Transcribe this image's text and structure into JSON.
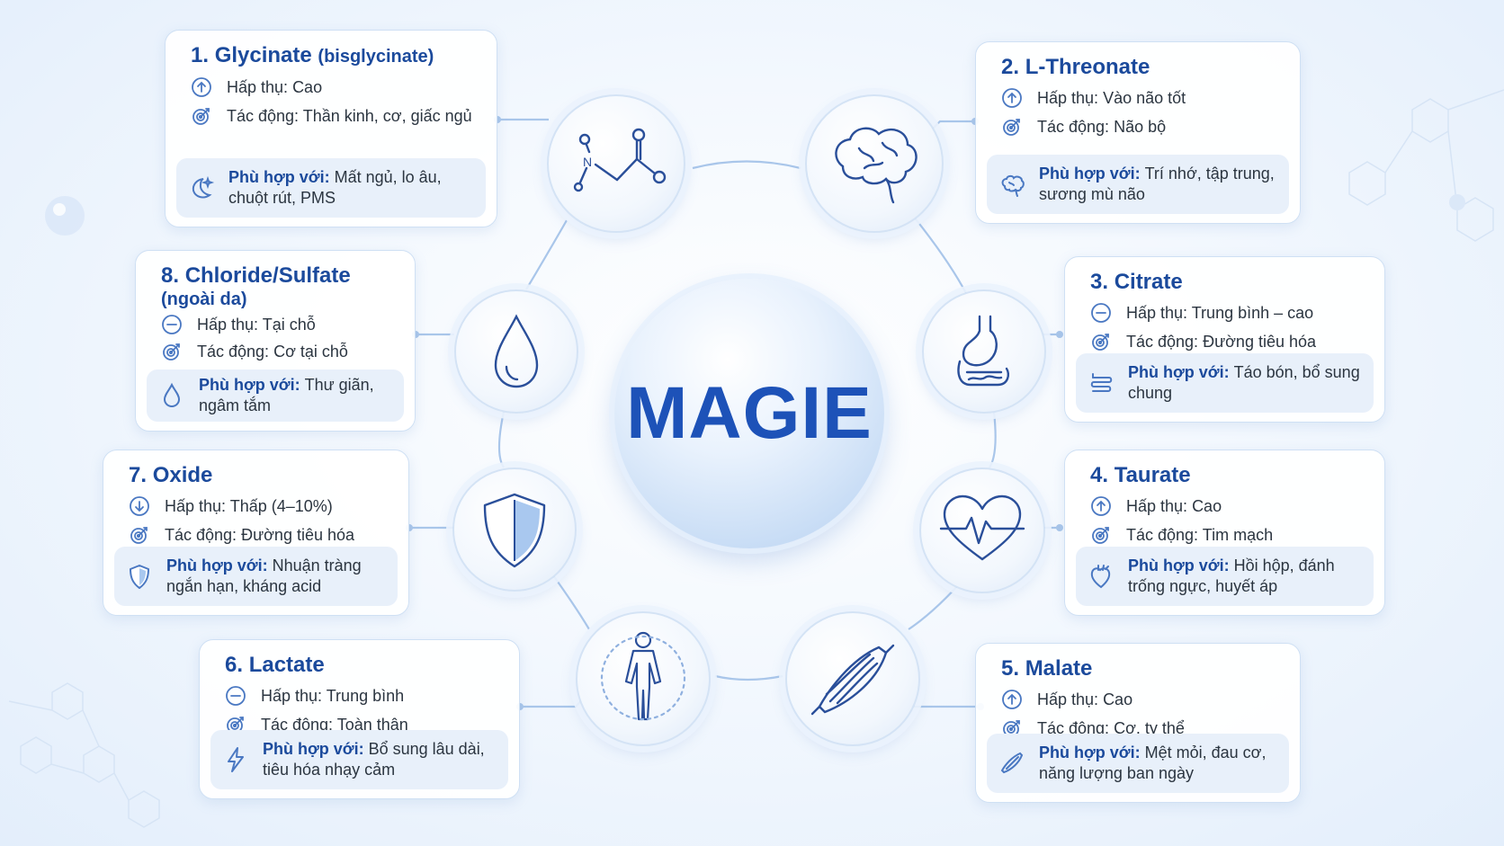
{
  "center": {
    "title": "MAGIE"
  },
  "labels": {
    "absorption": "Hấp thụ:",
    "effect": "Tác động:",
    "fit": "Phù hợp với:"
  },
  "colors": {
    "title": "#1b4a9c",
    "accent": "#1d52b8",
    "icon": "#4a78c2",
    "panel": "#e8f0fa",
    "border": "#cfe0f4"
  },
  "forms": [
    {
      "number": "1.",
      "name": "Glycinate",
      "subtitle": "(bisglycinate)",
      "absorption": "Cao",
      "absorption_icon": "arrow-up-circle-icon",
      "effect": "Thần kinh, cơ, giấc ngủ",
      "fit": "Mất ngủ, lo âu, chuột rút, PMS",
      "fit_icon": "moon-icon",
      "node_icon": "glycine-molecule-icon"
    },
    {
      "number": "2.",
      "name": "L-Threonate",
      "absorption": "Vào não tốt",
      "absorption_icon": "arrow-up-circle-icon",
      "effect": "Não bộ",
      "fit": "Trí nhớ, tập trung, sương mù não",
      "fit_icon": "brain-icon",
      "node_icon": "brain-icon"
    },
    {
      "number": "3.",
      "name": "Citrate",
      "absorption": "Trung bình – cao",
      "absorption_icon": "minus-circle-icon",
      "effect": "Đường tiêu hóa",
      "fit": "Táo bón, bổ sung chung",
      "fit_icon": "intestine-icon",
      "node_icon": "stomach-icon"
    },
    {
      "number": "4.",
      "name": "Taurate",
      "absorption": "Cao",
      "absorption_icon": "arrow-up-circle-icon",
      "effect": "Tim mạch",
      "fit": "Hồi hộp, đánh trống ngực, huyết áp",
      "fit_icon": "heart-organ-icon",
      "node_icon": "heartbeat-icon"
    },
    {
      "number": "5.",
      "name": "Malate",
      "absorption": "Cao",
      "absorption_icon": "arrow-up-circle-icon",
      "effect": "Cơ, ty thể",
      "fit": "Mệt mỏi, đau cơ, năng lượng ban ngày",
      "fit_icon": "muscle-icon",
      "node_icon": "muscle-icon"
    },
    {
      "number": "6.",
      "name": "Lactate",
      "absorption": "Trung bình",
      "absorption_icon": "minus-circle-icon",
      "effect": "Toàn thân",
      "fit": "Bổ sung lâu dài, tiêu hóa nhạy cảm",
      "fit_icon": "lightning-icon",
      "node_icon": "human-body-icon"
    },
    {
      "number": "7.",
      "name": "Oxide",
      "absorption": "Thấp (4–10%)",
      "absorption_icon": "arrow-down-circle-icon",
      "effect": "Đường tiêu hóa",
      "fit": "Nhuận tràng ngắn hạn, kháng acid",
      "fit_icon": "shield-icon",
      "node_icon": "shield-icon"
    },
    {
      "number": "8.",
      "name": "Chloride/Sulfate",
      "subtitle": "(ngoài da)",
      "absorption": "Tại chỗ",
      "absorption_icon": "minus-circle-icon",
      "effect": "Cơ tại chỗ",
      "fit": "Thư giãn, ngâm tắm",
      "fit_icon": "water-drop-icon",
      "node_icon": "water-drop-icon"
    }
  ]
}
